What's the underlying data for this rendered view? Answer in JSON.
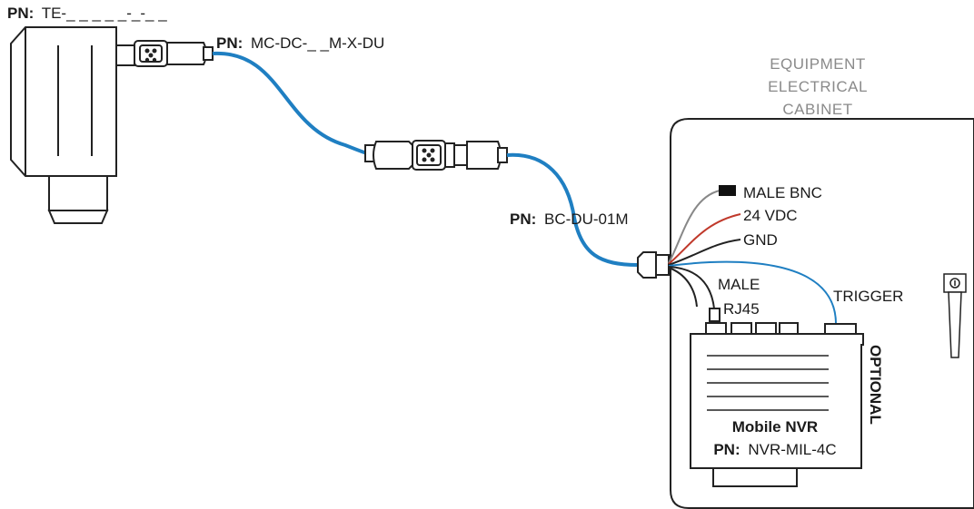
{
  "labels": {
    "pn_prefix": "PN:",
    "camera_pn": "TE-_ _ _ _ _-_-_ _",
    "cable1_pn": "MC-DC-_ _M-X-DU",
    "cable2_pn": "BC-DU-01M",
    "cabinet": [
      "EQUIPMENT",
      "ELECTRICAL",
      "CABINET"
    ],
    "male_bnc": "MALE BNC",
    "vdc": "24 VDC",
    "gnd": "GND",
    "male": "MALE",
    "rj45": "RJ45",
    "trigger": "TRIGGER",
    "optional": "OPTIONAL",
    "nvr_name": "Mobile NVR",
    "nvr_pn": "NVR-MIL-4C"
  },
  "colors": {
    "cable_blue": "#1f7fc2",
    "wire_red": "#c0392b",
    "wire_gray": "#888888",
    "wire_black": "#222222",
    "outline": "#222222",
    "cabinet_text": "#8a8a8a"
  }
}
